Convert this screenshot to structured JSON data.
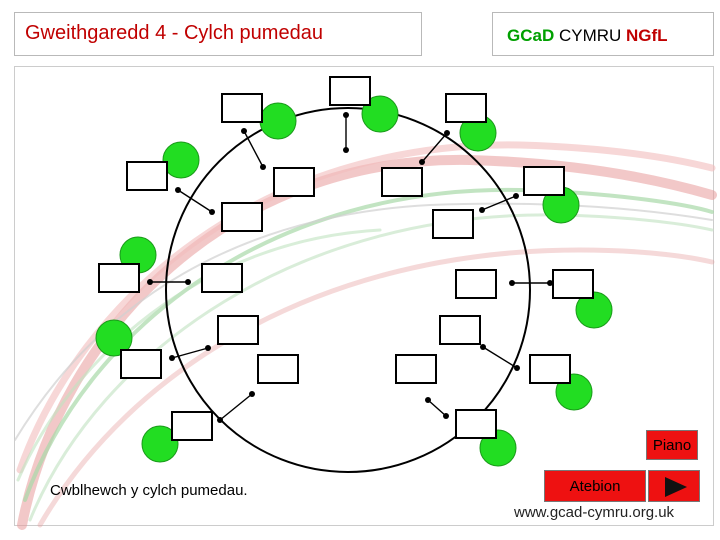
{
  "header": {
    "title": "Gweithgaredd 4 - Cylch pumedau"
  },
  "brand": {
    "part1": "GCaD",
    "part2": " CYMRU ",
    "part3": "NGfL"
  },
  "instruction": "Cwblhewch y cylch pumedau.",
  "buttons": {
    "piano": "Piano",
    "answers": "Atebion",
    "next_icon": "play-triangle-icon"
  },
  "footer": {
    "url": "www.gcad-cymru.org.uk"
  },
  "colors": {
    "answer_box": "#ffffff",
    "note_circle": "#22dd22",
    "button": "#ee1111",
    "title_text": "#c00000"
  }
}
